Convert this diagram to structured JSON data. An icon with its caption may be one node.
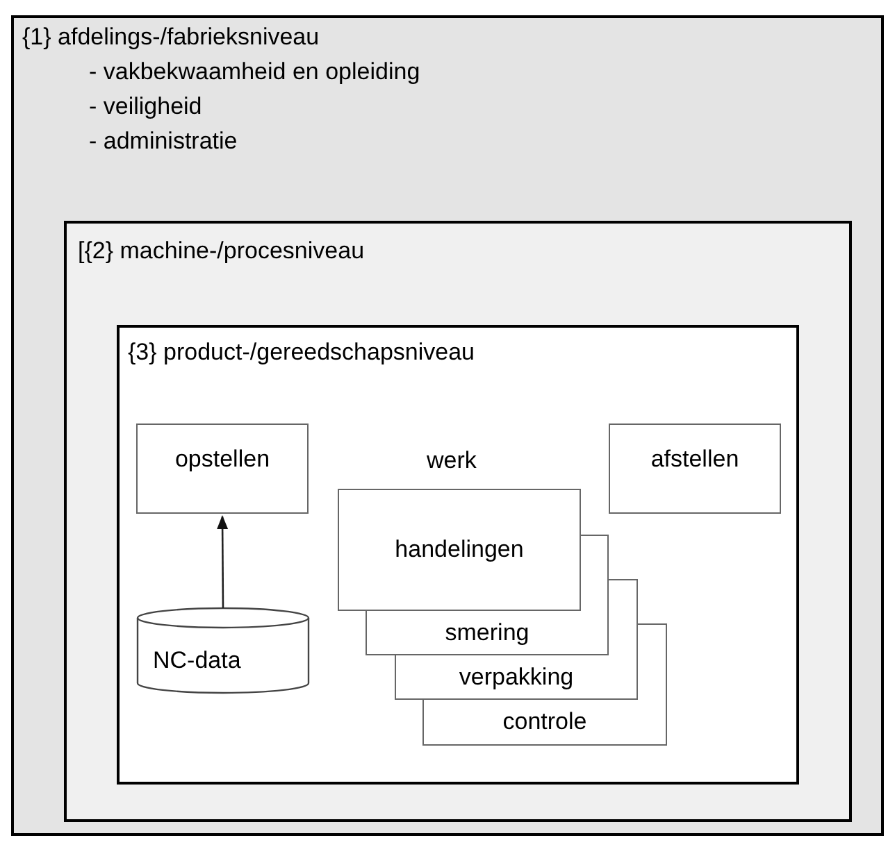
{
  "diagram": {
    "nodes": [
      {
        "text": [
          "{1} afdelings-/fabrieksniveau",
          "- vakbekwaamheid en opleiding",
          "- veiligheid",
          "- administratie"
        ]
      },
      {
        "text": [
          "[{2} machine-/procesniveau"
        ],
        "in": 0
      },
      {
        "text": [
          "{3} product-/gereedschapsniveau"
        ],
        "in": 1
      },
      {
        "text": [
          "opstellen"
        ],
        "in": 2
      },
      {
        "text": [
          "afstellen"
        ],
        "in": 2
      },
      {
        "text": [
          "handelingen"
        ],
        "in": 2
      },
      {
        "text": [
          "smering"
        ],
        "in": 2
      },
      {
        "text": [
          "verpakking"
        ],
        "in": 2
      },
      {
        "text": [
          "controle"
        ],
        "in": 2
      },
      {
        "text": [
          "NC-data"
        ],
        "in": 2
      }
    ],
    "edges": [
      {
        "from": 9,
        "to": 3,
        "arrow": "to"
      }
    ],
    "labels": [
      "werk"
    ]
  }
}
